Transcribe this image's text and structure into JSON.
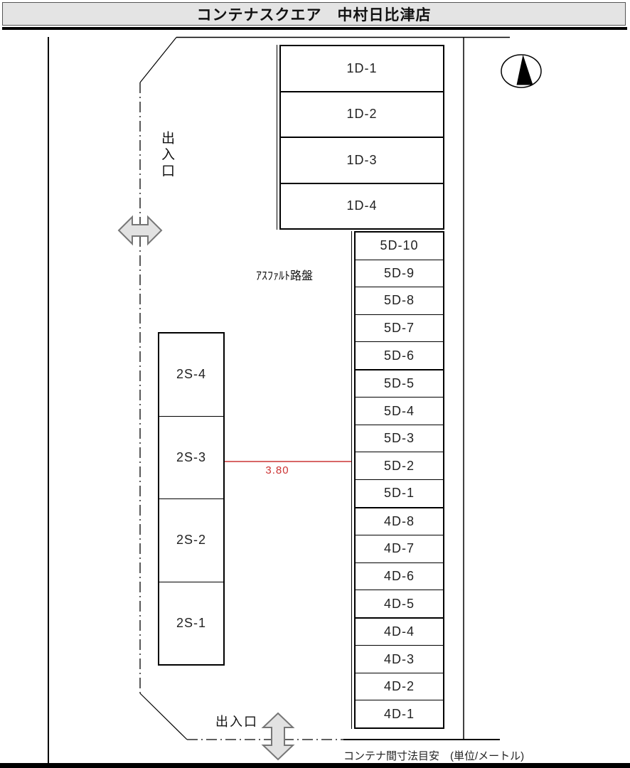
{
  "title": "コンテナスクエア　中村日比津店",
  "map": {
    "asphalt_label": "ｱｽﾌｧﾙﾄ路盤",
    "entrance_left_label": "出入口",
    "entrance_bottom_label": "出入口",
    "dimension_label": "3.80",
    "dimension_color": "#cc3333",
    "footer_note": "コンテナ間寸法目安　(単位/メートル)",
    "icons": {
      "north": "north-arrow",
      "entrance_left": "horizontal-double-arrow",
      "entrance_bottom": "vertical-double-arrow"
    },
    "colors": {
      "line": "#000000",
      "arrow_fill": "#e2e2e2",
      "arrow_stroke": "#777777",
      "titlebar_bg": "#e4e4e4"
    }
  },
  "units": {
    "oneD": {
      "groups": [
        {
          "cells": [
            "1D-1"
          ]
        },
        {
          "cells": [
            "1D-2"
          ]
        },
        {
          "cells": [
            "1D-3"
          ]
        },
        {
          "cells": [
            "1D-4"
          ]
        }
      ]
    },
    "right_column": {
      "groups": [
        {
          "cells": [
            "5D-10",
            "5D-9",
            "5D-8",
            "5D-7",
            "5D-6"
          ]
        },
        {
          "cells": [
            "5D-5",
            "5D-4",
            "5D-3",
            "5D-2",
            "5D-1"
          ]
        },
        {
          "cells": [
            "4D-8",
            "4D-7",
            "4D-6",
            "4D-5"
          ]
        },
        {
          "cells": [
            "4D-4",
            "4D-3",
            "4D-2",
            "4D-1"
          ]
        }
      ]
    },
    "twoS": {
      "cells": [
        "2S-4",
        "2S-3",
        "2S-2",
        "2S-1"
      ]
    }
  }
}
